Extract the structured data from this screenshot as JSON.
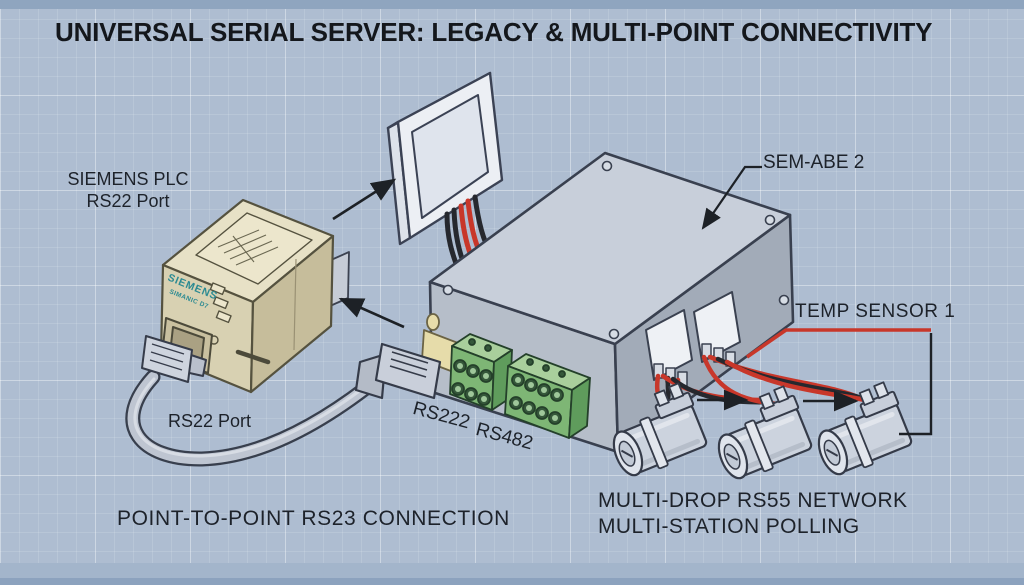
{
  "title": "UNIVERSAL SERIAL SERVER: LEGACY & MULTI-POINT CONNECTIVITY",
  "labels": {
    "plc_line1": "SIEMENS PLC",
    "plc_line2": "RS22 Port",
    "server": "SEM-ABE 2",
    "temp_sensor": "TEMP SENSOR 1",
    "cable_port": "RS22 Port",
    "port_left": "RS222",
    "port_right": "RS482",
    "bottom_left": "POINT-TO-POINT RS23 CONNECTION",
    "bottom_right_line1": "MULTI-DROP RS55 NETWORK",
    "bottom_right_line2": "MULTI-STATION POLLING"
  },
  "plc_device": {
    "brand": "SIEMENS",
    "model": "SIMANIC D7"
  },
  "colors": {
    "background": "#aebdd1",
    "grid_line": "#c6d1e1",
    "ink": "#1d222a",
    "accent_red": "#c8372a",
    "wire_black": "#26282e",
    "brand_teal": "#2b8a92",
    "terminal_green": "#7eb675",
    "device_beige": "#d8d1b2",
    "metal_gray": "#b6bec9"
  }
}
